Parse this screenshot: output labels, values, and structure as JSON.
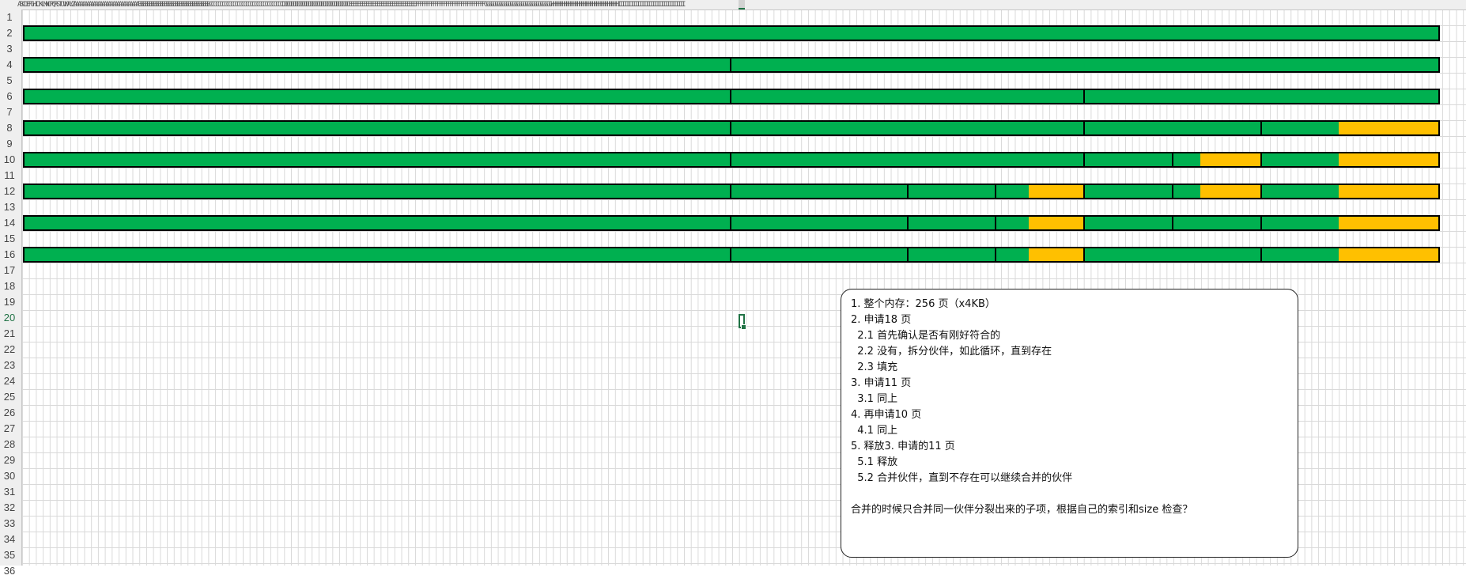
{
  "sheet": {
    "column_header_text": "ABCDEFGHIJKLMNOPQRSTUVWXYZAAAAAAAAAAAAAAAAAAAAAAAAAAAAAABBBBBBBBBBBBBBBBBBBBBBBBBBBBBBBBBCCCCCCCCCCCCCCCCCCCCCCCCCCCCCCCCCCDDDDDDDDDDDDDDDDDDDDDDDDDDDDDDDEEEEEEEEEEEEEEEEEEEEEEEEEEEEEEEFFFFFFFFFFFFFFFFFFFFFFFFFFFFFFFFGGGGGGGGGGGGGGGGGGGGGGGGGGGGGGGHHHHHHHHHHHHHHHHHHHHHHHHHHHHHHHIIIIIIIIIIIIIIIIIIIIIIIIIIIIIII",
    "rows": [
      "1",
      "2",
      "3",
      "4",
      "5",
      "6",
      "7",
      "8",
      "9",
      "10",
      "11",
      "12",
      "13",
      "14",
      "15",
      "16",
      "17",
      "18",
      "19",
      "20",
      "21",
      "22",
      "23",
      "24",
      "25",
      "26",
      "27",
      "28",
      "29",
      "30",
      "31",
      "32",
      "33",
      "34",
      "35",
      "36"
    ],
    "active_row": "20"
  },
  "colors": {
    "allocated_green": "#00b050",
    "used_yellow": "#ffc000",
    "grid": "#d9d9d9"
  },
  "bars": [
    {
      "row": 2,
      "segments": [
        {
          "pages": 256
        }
      ]
    },
    {
      "row": 4,
      "segments": [
        {
          "pages": 128
        },
        {
          "pages": 128
        }
      ]
    },
    {
      "row": 6,
      "segments": [
        {
          "pages": 128
        },
        {
          "pages": 64
        },
        {
          "pages": 64
        }
      ]
    },
    {
      "row": 8,
      "segments": [
        {
          "pages": 128
        },
        {
          "pages": 64
        },
        {
          "pages": 32
        },
        {
          "pages": 32,
          "used": 18
        }
      ]
    },
    {
      "row": 10,
      "segments": [
        {
          "pages": 128
        },
        {
          "pages": 64
        },
        {
          "pages": 16
        },
        {
          "pages": 16,
          "used": 11
        },
        {
          "pages": 32,
          "used": 18
        }
      ]
    },
    {
      "row": 12,
      "segments": [
        {
          "pages": 128
        },
        {
          "pages": 32
        },
        {
          "pages": 16
        },
        {
          "pages": 16,
          "used": 10
        },
        {
          "pages": 16
        },
        {
          "pages": 16,
          "used": 11
        },
        {
          "pages": 32,
          "used": 18
        }
      ]
    },
    {
      "row": 14,
      "segments": [
        {
          "pages": 128
        },
        {
          "pages": 32
        },
        {
          "pages": 16
        },
        {
          "pages": 16,
          "used": 10
        },
        {
          "pages": 16
        },
        {
          "pages": 16
        },
        {
          "pages": 32,
          "used": 18
        }
      ]
    },
    {
      "row": 16,
      "segments": [
        {
          "pages": 128
        },
        {
          "pages": 32
        },
        {
          "pages": 16
        },
        {
          "pages": 16,
          "used": 10
        },
        {
          "pages": 32
        },
        {
          "pages": 32,
          "used": 18
        }
      ]
    }
  ],
  "note": {
    "lines": [
      "1. 整个内存：256 页（x4KB）",
      "2. 申请18 页",
      "  2.1 首先确认是否有刚好符合的",
      "  2.2 没有，拆分伙伴，如此循环，直到存在",
      "  2.3 填充",
      "3. 申请11 页",
      "  3.1 同上",
      "4. 再申请10 页",
      "  4.1 同上",
      "5. 释放3. 申请的11 页",
      "  5.1 释放",
      "  5.2 合并伙伴，直到不存在可以继续合并的伙伴"
    ],
    "footer": "合并的时候只合并同一伙伴分裂出来的子项，根据自己的索引和size 检查？"
  }
}
